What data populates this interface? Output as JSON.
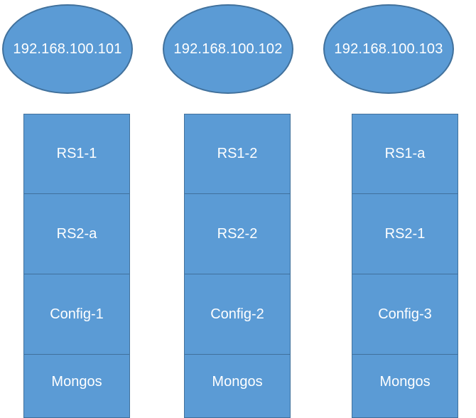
{
  "colors": {
    "fill": "#5b9bd5",
    "stroke": "#41719c",
    "text": "#ffffff"
  },
  "nodes": [
    {
      "host": "192.168.100.101",
      "components": [
        "RS1-1",
        "RS2-a",
        "Config-1",
        "Mongos"
      ]
    },
    {
      "host": "192.168.100.102",
      "components": [
        "RS1-2",
        "RS2-2",
        "Config-2",
        "Mongos"
      ]
    },
    {
      "host": "192.168.100.103",
      "components": [
        "RS1-a",
        "RS2-1",
        "Config-3",
        "Mongos"
      ]
    }
  ]
}
